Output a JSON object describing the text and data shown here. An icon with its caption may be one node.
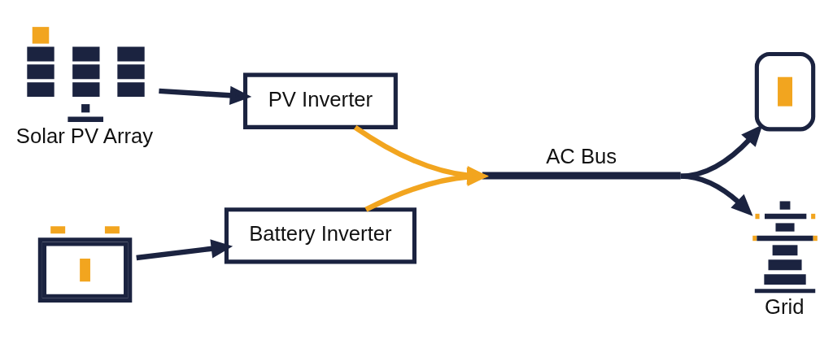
{
  "diagram": {
    "nodes": [
      {
        "text": [
          "Solar PV Array"
        ]
      },
      {
        "text": [
          "PV Inverter"
        ]
      },
      {
        "text": [],
        "shape": "picture"
      },
      {
        "text": [
          "Battery Inverter"
        ]
      },
      {
        "text": [
          "AC Bus"
        ]
      },
      {
        "text": [],
        "shape": "box"
      },
      {
        "text": [
          "Grid"
        ]
      }
    ],
    "edges": [
      {
        "from": 0,
        "to": 1,
        "arrow": "to"
      },
      {
        "from": 2,
        "to": 3,
        "arrow": "to"
      },
      {
        "from": 1,
        "to": 4,
        "arrow": "to",
        "color": "#f2a51f"
      },
      {
        "from": 3,
        "to": 4,
        "arrow": "to",
        "color": "#f2a51f"
      },
      {
        "from": 4,
        "to": 5,
        "arrow": "to"
      },
      {
        "from": 4,
        "to": 6,
        "arrow": "to"
      }
    ]
  }
}
